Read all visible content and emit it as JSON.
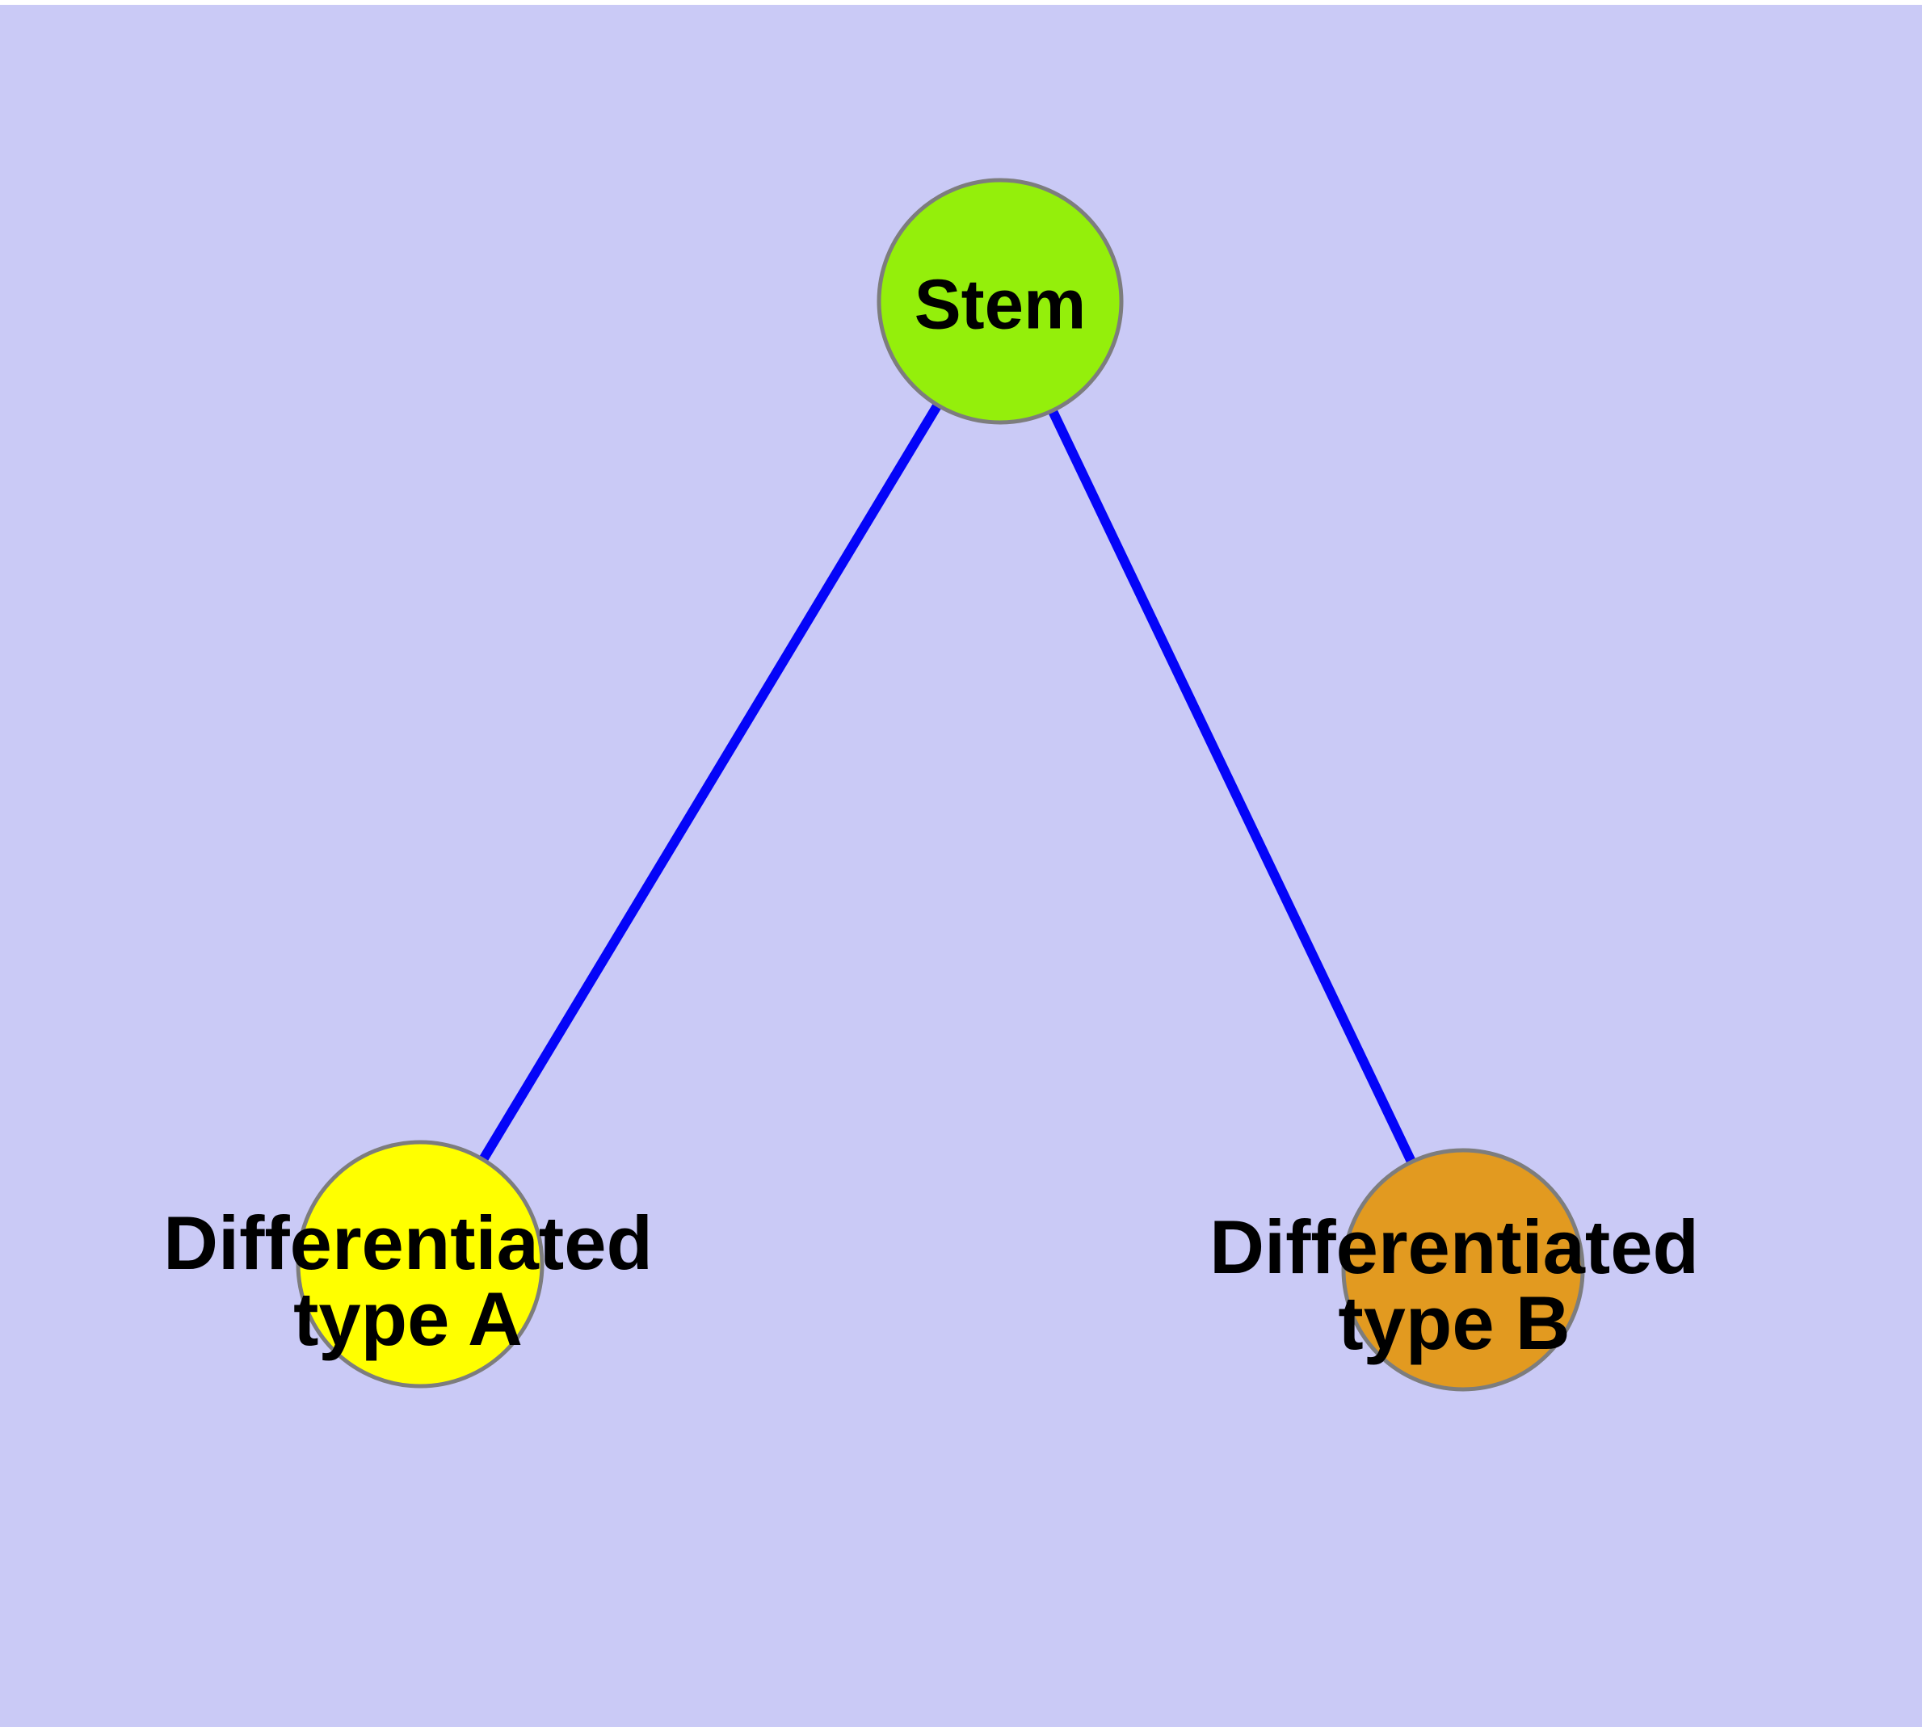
{
  "diagram": {
    "type": "graph",
    "background_color": "#cacaf6",
    "edge_color": "#0404f8",
    "node_border_color": "#7d7d7d",
    "nodes": [
      {
        "id": "stem",
        "label": "Stem",
        "fill": "#94ef0b"
      },
      {
        "id": "differentiated-type-a",
        "label": "Differentiated\ntype A",
        "fill": "#ffff00"
      },
      {
        "id": "differentiated-type-b",
        "label": "Differentiated\ntype B",
        "fill": "#e29a20"
      }
    ],
    "edges": [
      {
        "from": "stem",
        "to": "differentiated-type-a"
      },
      {
        "from": "stem",
        "to": "differentiated-type-b"
      }
    ]
  }
}
